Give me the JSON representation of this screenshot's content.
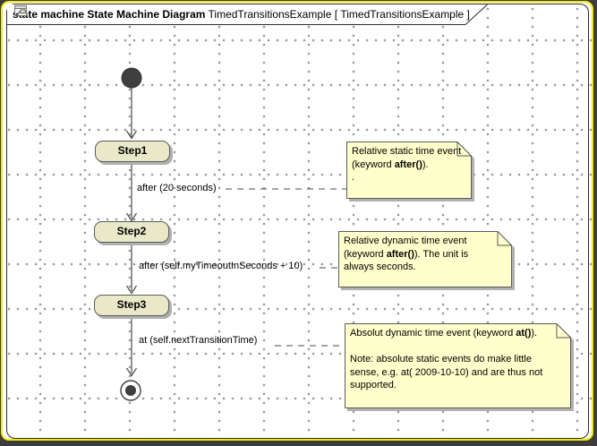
{
  "colors": {
    "bg-dark": "#3c3c3c",
    "selection-yellow": "#f2ea00",
    "canvas-white": "#ffffff",
    "grid-dot": "#9a9a9a",
    "frame-border": "#2b2b2b",
    "state-fill": "#e9e9c9",
    "state-border": "#5a5a5a",
    "note-fill": "#ffffcc",
    "note-border": "#5a5a5a",
    "shadow-gray": "#b0b0b0",
    "line-color": "#4a4a4a",
    "text-color": "#000000",
    "shape-dark": "#3f3f3f"
  },
  "frame": {
    "title_bold": "state machine State Machine Diagram",
    "title_regular_pre": " TimedTransitionsExample [ ",
    "title_regular_post": " TimedTransitionsExample ]"
  },
  "states": [
    {
      "label": "Step1"
    },
    {
      "label": "Step2"
    },
    {
      "label": "Step3"
    }
  ],
  "transitions": [
    {
      "label": "after (20 seconds)"
    },
    {
      "label": "after (self.myTimeoutInSeconds + 10)"
    },
    {
      "label": "at (self.nextTransitionTime)"
    }
  ],
  "notes": [
    {
      "segments": [
        {
          "text": "Relative static time event\n(keyword ",
          "bold": false
        },
        {
          "text": "after()",
          "bold": true
        },
        {
          "text": ").\n.",
          "bold": false
        }
      ]
    },
    {
      "segments": [
        {
          "text": "Relative dynamic time event\n(keyword ",
          "bold": false
        },
        {
          "text": "after()",
          "bold": true
        },
        {
          "text": "). The unit is\nalways seconds.",
          "bold": false
        }
      ]
    },
    {
      "segments": [
        {
          "text": "Absolut dynamic time event (keyword ",
          "bold": false
        },
        {
          "text": "at()",
          "bold": true
        },
        {
          "text": ").\n\nNote: absolute static events do make little\nsense, e.g. at( 2009-10-10) and are thus not\nsupported.",
          "bold": false
        }
      ]
    }
  ]
}
